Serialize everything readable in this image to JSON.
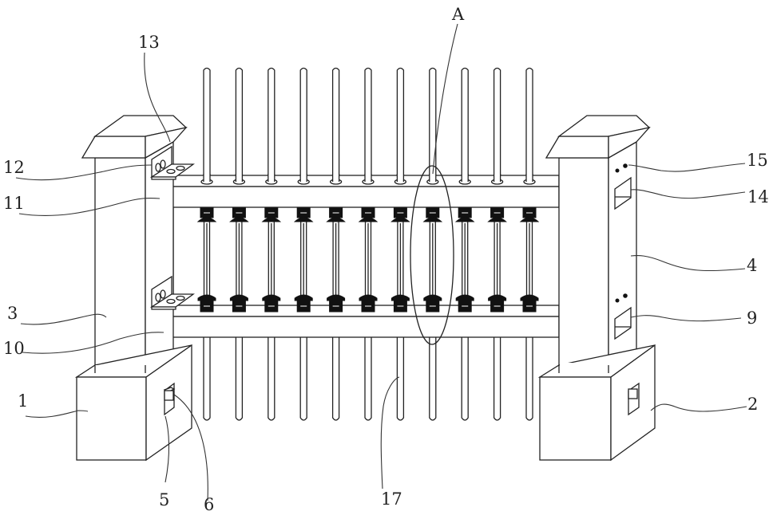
{
  "figure": {
    "labels": [
      {
        "id": "13",
        "text": "13"
      },
      {
        "id": "A",
        "text": "A"
      },
      {
        "id": "12",
        "text": "12"
      },
      {
        "id": "11",
        "text": "11"
      },
      {
        "id": "15",
        "text": "15"
      },
      {
        "id": "14",
        "text": "14"
      },
      {
        "id": "4",
        "text": "4"
      },
      {
        "id": "3",
        "text": "3"
      },
      {
        "id": "9",
        "text": "9"
      },
      {
        "id": "10",
        "text": "10"
      },
      {
        "id": "1",
        "text": "1"
      },
      {
        "id": "2",
        "text": "2"
      },
      {
        "id": "5",
        "text": "5"
      },
      {
        "id": "6",
        "text": "6"
      },
      {
        "id": "17",
        "text": "17"
      }
    ],
    "rod_count": 11,
    "line_color": "#222222",
    "background": "#ffffff"
  }
}
